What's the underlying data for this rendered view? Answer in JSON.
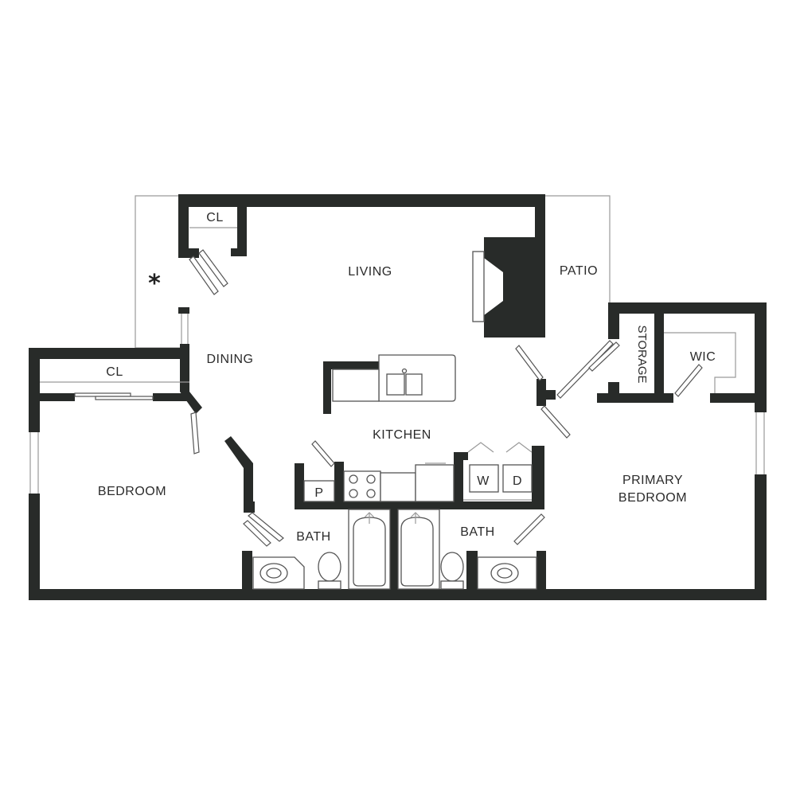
{
  "rooms": {
    "living": "LIVING",
    "dining": "DINING",
    "kitchen": "KITCHEN",
    "patio": "PATIO",
    "storage": "STORAGE",
    "wic": "WIC",
    "bedroom": "BEDROOM",
    "primary_line1": "PRIMARY",
    "primary_line2": "BEDROOM",
    "bath_left": "BATH",
    "bath_right": "BATH",
    "closet_top": "CL",
    "closet_bedroom": "CL",
    "pantry": "P",
    "washer": "W",
    "dryer": "D"
  },
  "marker": "*",
  "colors": {
    "wall": "#282b29",
    "fixture_stroke": "#555555",
    "background": "#ffffff"
  }
}
